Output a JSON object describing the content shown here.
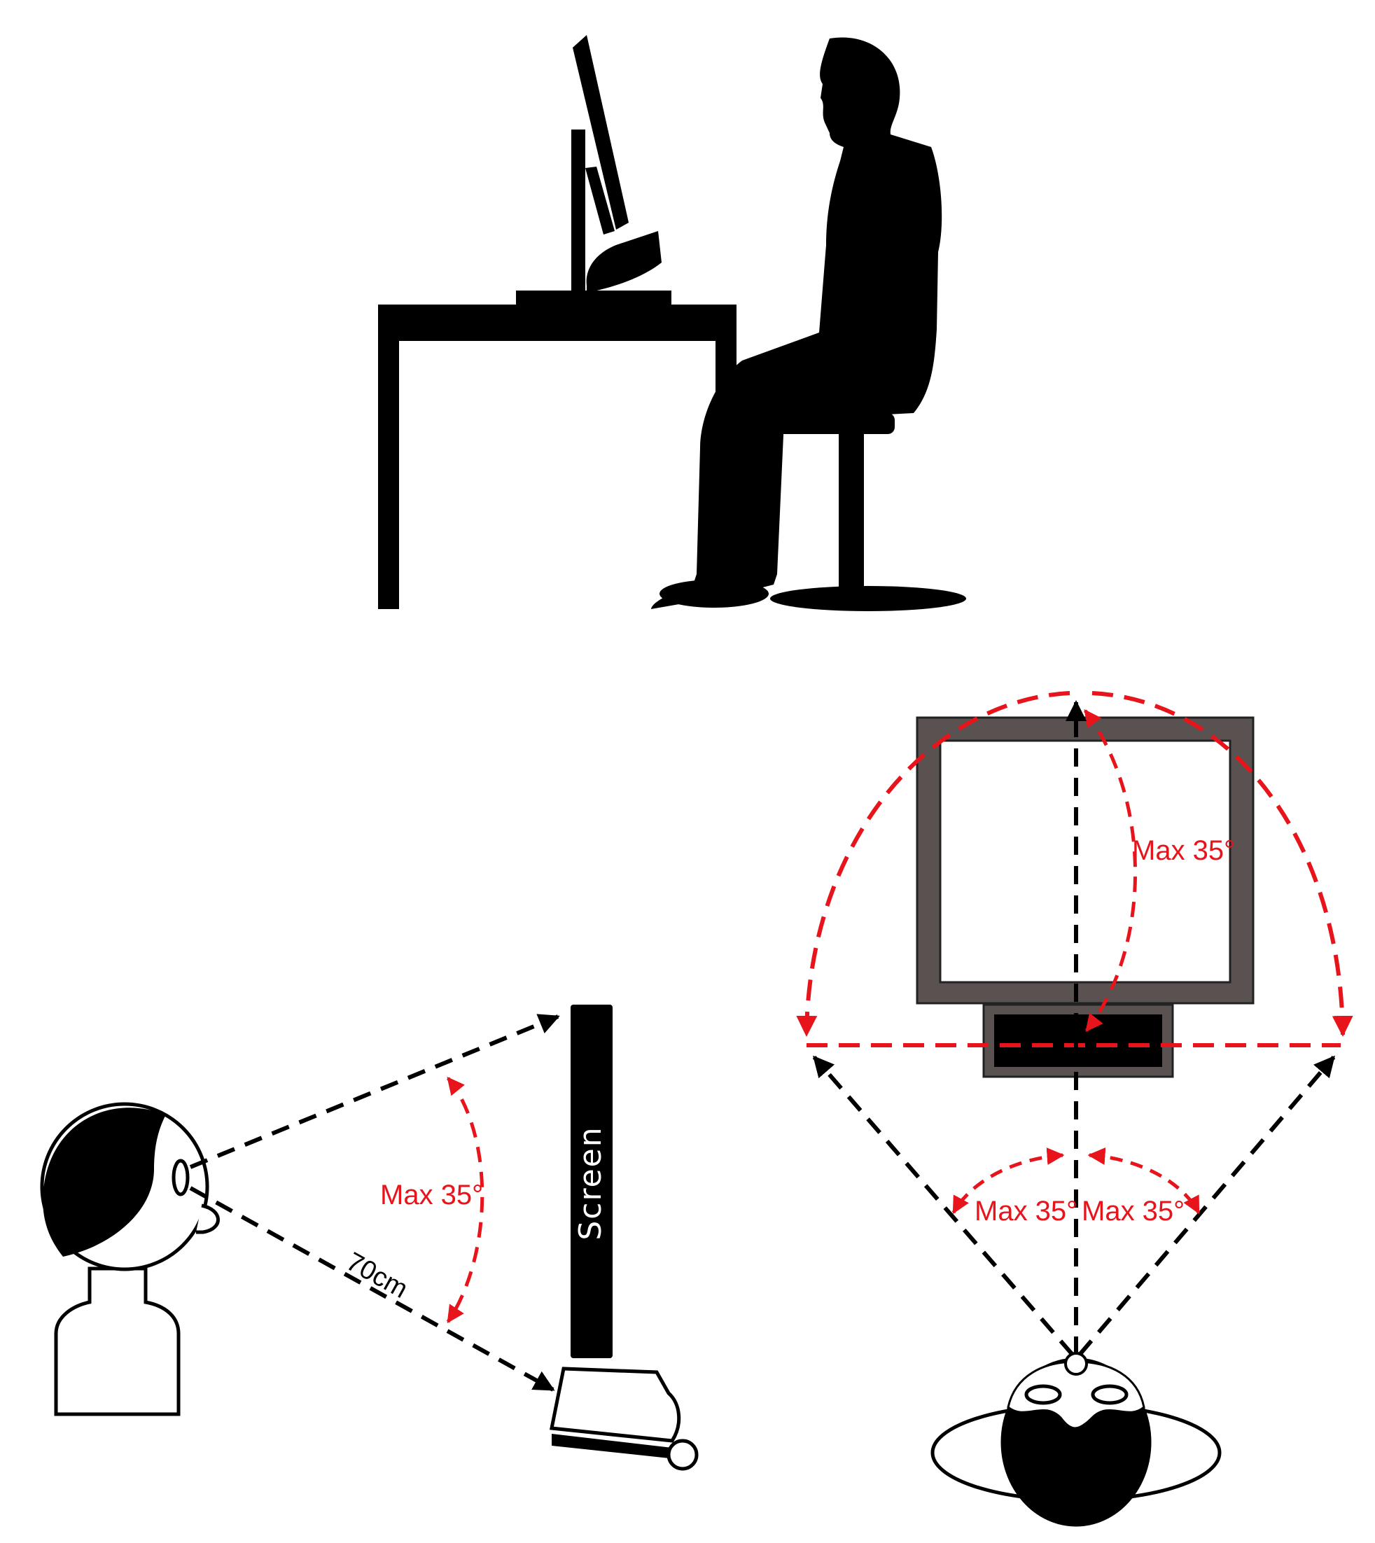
{
  "colors": {
    "silhouette": "#000000",
    "angle_arc": "#e8141c",
    "sight_line": "#000000",
    "monitor_frame": "#5a5250",
    "background": "#ffffff"
  },
  "side_view": {
    "angle_label": "Max 35°",
    "distance_label": "70cm",
    "screen_label": "Screen"
  },
  "top_view": {
    "vertical_angle_label": "Max 35°",
    "left_angle_label": "Max 35°",
    "right_angle_label": "Max 35°"
  }
}
